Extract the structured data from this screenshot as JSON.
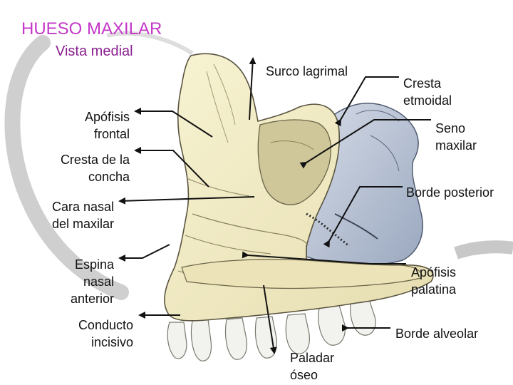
{
  "title": "HUESO MAXILAR",
  "subtitle": "Vista medial",
  "colors": {
    "title": "#c437c8",
    "subtitle": "#8a1f8f",
    "bone": "#f3efc6",
    "bone_shade": "#e2d9a6",
    "bone_outline": "#5a5440",
    "palatine_blue": "#b9c4d6",
    "teeth": "#f2f2ee",
    "decorative_arc": "#c8c8c8",
    "arrow": "#111111"
  },
  "labels": {
    "surco_lagrimal": "Surco lagrimal",
    "cresta_etmoidal_1": "Cresta",
    "cresta_etmoidal_2": "etmoidal",
    "apofisis_frontal_1": "Apófisis",
    "apofisis_frontal_2": "frontal",
    "seno_maxilar_1": "Seno",
    "seno_maxilar_2": "maxilar",
    "cresta_concha_1": "Cresta de la",
    "cresta_concha_2": "concha",
    "borde_posterior": "Borde posterior",
    "cara_nasal_1": "Cara nasal",
    "cara_nasal_2": "del maxilar",
    "espina_nasal_1": "Espina",
    "espina_nasal_2": "nasal",
    "espina_nasal_3": "anterior",
    "apofisis_palatina_1": "Apófisis",
    "apofisis_palatina_2": "palatina",
    "conducto_incisivo_1": "Conducto",
    "conducto_incisivo_2": "incisivo",
    "borde_alveolar": "Borde alveolar",
    "paladar_oseo_1": "Paladar",
    "paladar_oseo_2": "óseo"
  }
}
